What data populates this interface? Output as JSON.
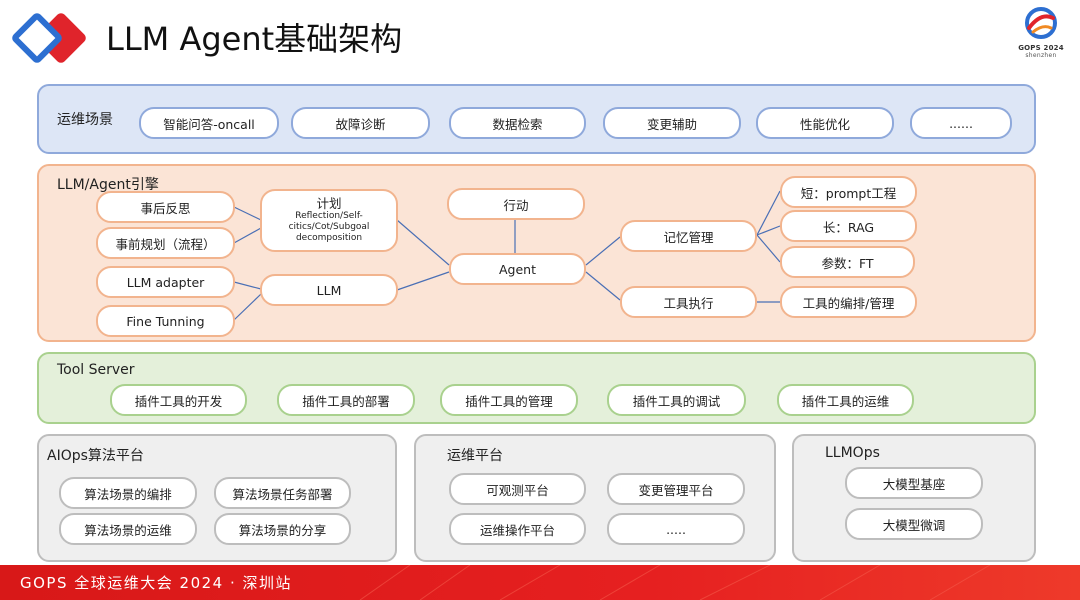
{
  "header": {
    "title": "LLM Agent基础架构",
    "gops_logo": {
      "line1": "GOPS 2024",
      "line2": "shenzhen"
    }
  },
  "ops_scenarios": {
    "label": "运维场景",
    "items": [
      "智能问答-oncall",
      "故障诊断",
      "数据检索",
      "变更辅助",
      "性能优化",
      "......"
    ]
  },
  "engine": {
    "label": "LLM/Agent引擎",
    "reflect_post": "事后反思",
    "plan_pre": "事前规划（流程）",
    "plan_head": "计划",
    "plan_detail": "Reflection/Self-citics/Cot/Subgoal decomposition",
    "action": "行动",
    "agent": "Agent",
    "llm_adapter": "LLM adapter",
    "fine_tuning": "Fine Tunning",
    "llm": "LLM",
    "memory": "记忆管理",
    "tool_exec": "工具执行",
    "short_mem": "短：prompt工程",
    "long_mem": "长：RAG",
    "param_mem": "参数：FT",
    "tool_orch": "工具的编排/管理"
  },
  "tool_server": {
    "label": "Tool Server",
    "items": [
      "插件工具的开发",
      "插件工具的部署",
      "插件工具的管理",
      "插件工具的调试",
      "插件工具的运维"
    ]
  },
  "aiops": {
    "label": "AIOps算法平台",
    "items": [
      "算法场景的编排",
      "算法场景任务部署",
      "算法场景的运维",
      "算法场景的分享"
    ]
  },
  "ops_platform": {
    "label": "运维平台",
    "items": [
      "可观测平台",
      "变更管理平台",
      "运维操作平台",
      "....."
    ]
  },
  "llmops": {
    "label": "LLMOps",
    "items": [
      "大模型基座",
      "大模型微调"
    ]
  },
  "footer": {
    "text": "GOPS 全球运维大会 2024 · 深圳站"
  },
  "colors": {
    "blue_fill": "#dde6f6",
    "blue_border": "#8fa9db",
    "orange_fill": "#fbe4d6",
    "orange_border": "#f2b48e",
    "green_fill": "#e4f0da",
    "green_border": "#a9d18e",
    "gray_fill": "#efefef",
    "gray_border": "#bdbdbd",
    "connector": "#4a6fb5",
    "footer_red": "#e62020"
  }
}
